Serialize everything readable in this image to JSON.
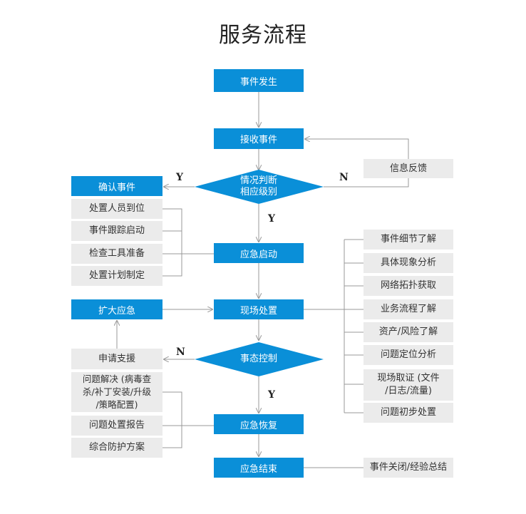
{
  "title": "服务流程",
  "main_flow": {
    "event_occur": "事件发生",
    "receive_event": "接收事件",
    "judge": "情况判断\n相应级别",
    "emergency_start": "应急启动",
    "onsite_handle": "现场处置",
    "situation_control": "事态控制",
    "emergency_recover": "应急恢复",
    "emergency_end": "应急结束"
  },
  "feedback": "信息反馈",
  "confirm": {
    "header": "确认事件",
    "items": [
      "处置人员到位",
      "事件跟踪启动",
      "检查工具准备",
      "处置计划制定"
    ]
  },
  "expand": "扩大应急",
  "apply_support": "申请支援",
  "recovery_items": [
    "问题解决 (病毒查\n杀/补丁安装/升级\n/策略配置)",
    "问题处置报告",
    "综合防护方案"
  ],
  "onsite_items": [
    "事件细节了解",
    "具体现象分析",
    "网络拓扑获取",
    "业务流程了解",
    "资产/风险了解",
    "问题定位分析",
    "现场取证 (文件\n/日志/流量)",
    "问题初步处置"
  ],
  "close": "事件关闭/经验总结",
  "labels": {
    "yes": "Y",
    "no": "N"
  },
  "colors": {
    "primary": "#0a8fd8",
    "secondary_box": "#ebebeb",
    "line": "#999999"
  }
}
